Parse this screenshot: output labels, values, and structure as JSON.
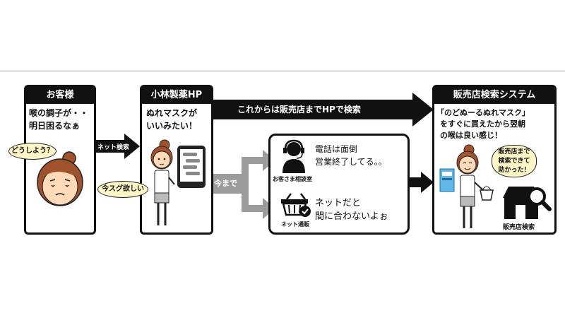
{
  "customer": {
    "header": "お客様",
    "line1": "喉の調子が・・",
    "line2": "明日困るなぁ",
    "bubble": "どうしよう？"
  },
  "arrow_net_search": "ネット検索",
  "kobayashi": {
    "header": "小林製薬HP",
    "line1": "ぬれマスクが",
    "line2": "いいみたい！",
    "bubble": "今スグ欲しい"
  },
  "arrow_top": "これからは販売店までHPで検索",
  "arrow_until_now": "今まで",
  "old_methods": {
    "phone_text1": "電話は面倒",
    "phone_text2": "営業終了してる。。",
    "phone_label": "お客さま相談室",
    "net_text1": "ネットだと",
    "net_text2": "間に合わないよぉ",
    "net_label": "ネット通販"
  },
  "store_system": {
    "header": "販売店検索システム",
    "line1": "「のどぬーるぬれマスク」",
    "line2": "をすぐに買えたから翌朝",
    "line3": "の喉は良い感じ！",
    "bubble_line1": "販売店まで",
    "bubble_line2": "検索できて",
    "bubble_line3": "助かった！",
    "store_label": "販売店検索"
  }
}
